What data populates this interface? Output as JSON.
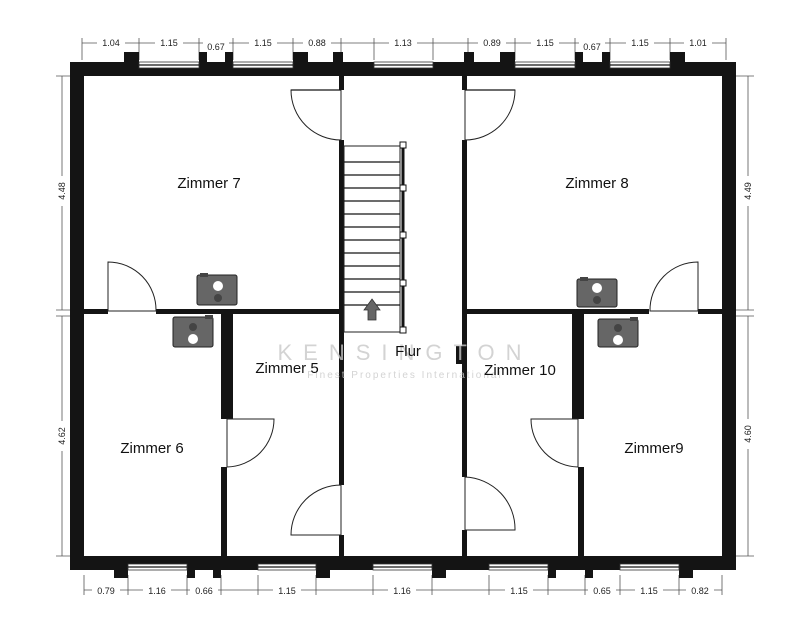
{
  "rooms": {
    "zimmer7": "Zimmer 7",
    "zimmer8": "Zimmer 8",
    "zimmer6": "Zimmer 6",
    "zimmer5": "Zimmer 5",
    "flur": "Flur",
    "zimmer10": "Zimmer 10",
    "zimmer9": "Zimmer9"
  },
  "dimensions": {
    "top": [
      "1.04",
      "1.15",
      "0.67",
      "1.15",
      "0.88",
      "1.13",
      "0.89",
      "1.15",
      "0.67",
      "1.15",
      "1.01"
    ],
    "bottom": [
      "0.79",
      "1.16",
      "0.66",
      "1.15",
      "1.16",
      "1.15",
      "0.65",
      "1.15",
      "0.82"
    ],
    "left": [
      "4.48",
      "4.62"
    ],
    "right": [
      "4.49",
      "4.60"
    ]
  },
  "watermark": {
    "brand": "KENSINGTON",
    "tagline": "Finest Properties International"
  },
  "icons": [
    "radiator-icon",
    "stair-arrow-icon"
  ]
}
